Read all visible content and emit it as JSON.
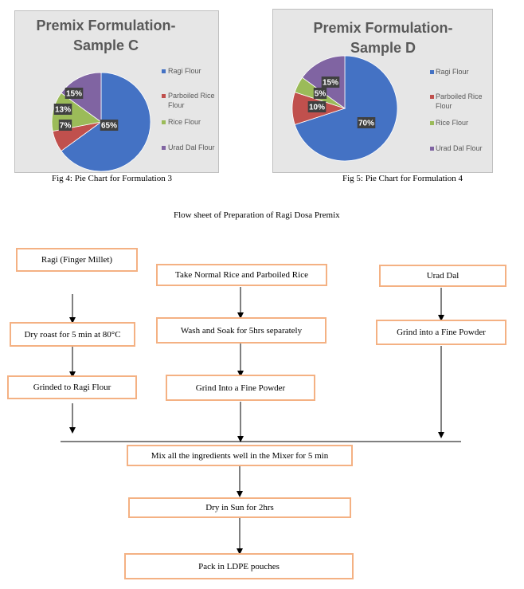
{
  "chart_data": [
    {
      "type": "pie",
      "title": "Premix Formulation- Sample C",
      "categories": [
        "Ragi Flour",
        "Parboiled Rice Flour",
        "Rice Flour",
        "Urad Dal Flour"
      ],
      "values": [
        65,
        7,
        13,
        15
      ],
      "labels": [
        "65%",
        "7%",
        "13%",
        "15%"
      ],
      "colors": [
        "#4472c4",
        "#c0504d",
        "#9bbb59",
        "#8064a2"
      ],
      "legend": "right"
    },
    {
      "type": "pie",
      "title": "Premix Formulation- Sample D",
      "categories": [
        "Ragi Flour",
        "Parboiled Rice Flour",
        "Rice Flour",
        "Urad Dal Flour"
      ],
      "values": [
        70,
        10,
        5,
        15
      ],
      "labels": [
        "70%",
        "10%",
        "5%",
        "15%"
      ],
      "colors": [
        "#4472c4",
        "#c0504d",
        "#9bbb59",
        "#8064a2"
      ],
      "legend": "right"
    }
  ],
  "chart1": {
    "title_line1": "Premix Formulation-",
    "title_line2": "Sample C",
    "caption": "Fig 4: Pie Chart for Formulation 3"
  },
  "chart2": {
    "title_line1": "Premix Formulation-",
    "title_line2": "Sample D",
    "caption": "Fig 5: Pie Chart for Formulation 4"
  },
  "legend": {
    "ragi": "Ragi Flour",
    "parboiled_line1": "Parboiled Rice",
    "parboiled_line2": "Flour",
    "rice": "Rice Flour",
    "urad": "Urad Dal Flour"
  },
  "flow": {
    "heading": "Flow sheet of Preparation of Ragi Dosa Premix",
    "ragi": "Ragi (Finger Millet)",
    "rice": "Take Normal Rice and Parboiled Rice",
    "urad": "Urad Dal",
    "dry_roast": "Dry roast for 5 min at 80°C",
    "wash": "Wash and Soak for 5hrs separately",
    "grind_urad": "Grind into a Fine Powder",
    "grinded_ragi": "Grinded to Ragi Flour",
    "grind_rice": "Grind Into a Fine Powder",
    "mix": "Mix all the ingredients well in the Mixer for 5 min",
    "dry_sun": "Dry in Sun for 2hrs",
    "pack": "Pack in LDPE pouches"
  },
  "colors": {
    "box_border": "#f4b183",
    "chart_bg": "#e6e6e6"
  }
}
